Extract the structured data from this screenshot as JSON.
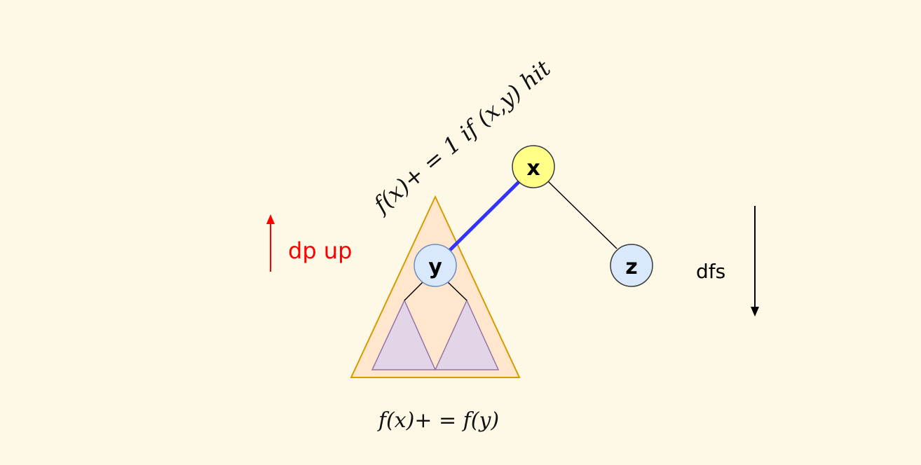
{
  "annotations": {
    "edge_formula": "f(x)+ = 1 if (x,y) hit",
    "subtree_formula": "f(x)+ = f(y)",
    "dp_up": "dp up",
    "dfs": "dfs"
  },
  "nodes": {
    "x": "x",
    "y": "y",
    "z": "z"
  },
  "colors": {
    "background": "#fef8e7",
    "node_x": "#ffff88",
    "node_yz": "#dae8fc",
    "highlight_edge": "#3333ff",
    "dp_up": "#ff0000",
    "subtree_fill": "#ffe6cc",
    "subtree_stroke": "#d79b00",
    "child_subtree_fill": "#e1d5e7",
    "child_subtree_stroke": "#9673a6"
  }
}
